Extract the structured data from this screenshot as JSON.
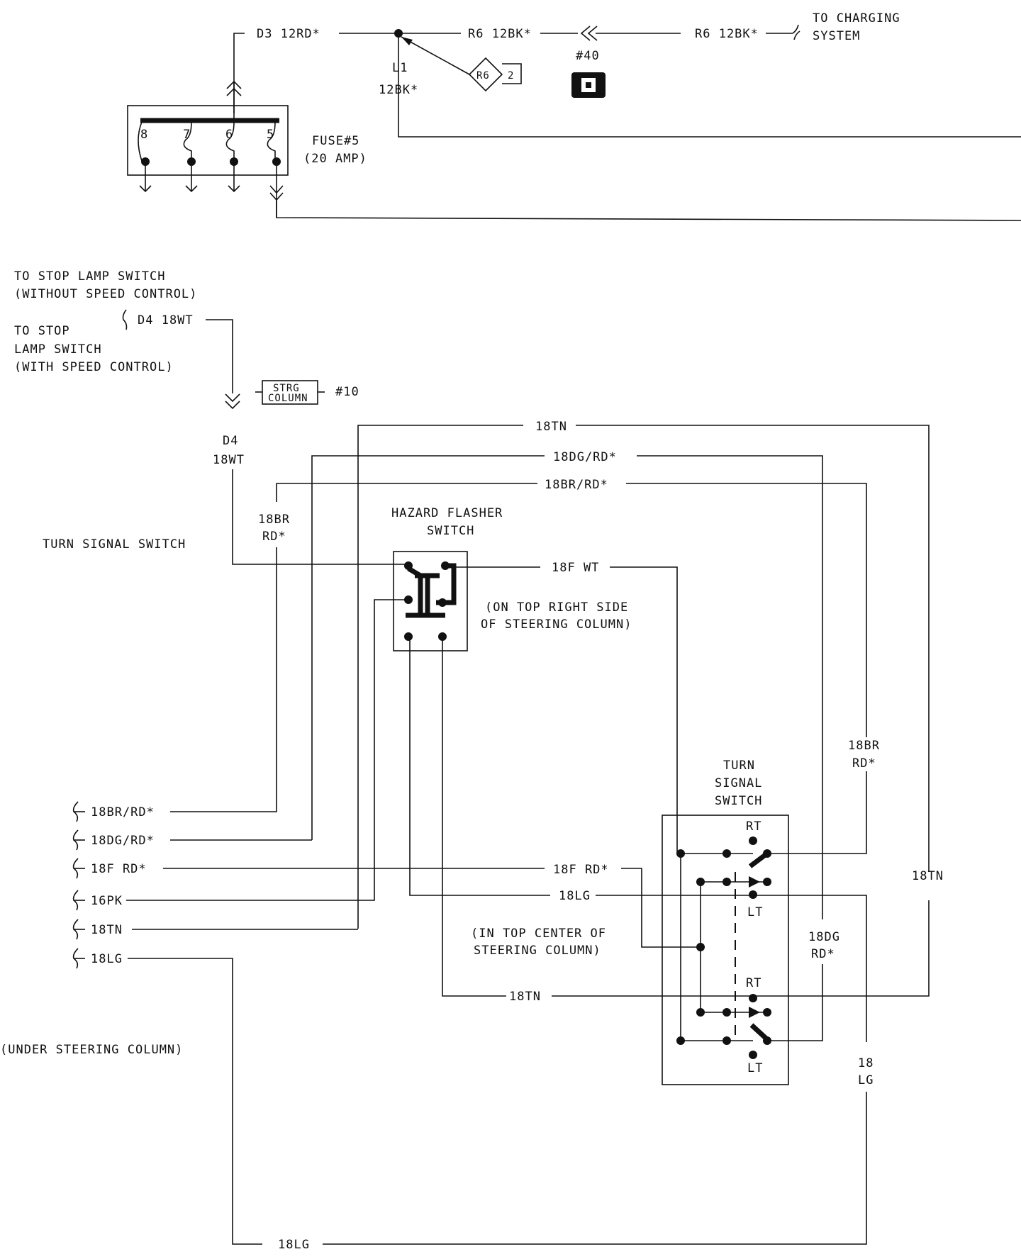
{
  "labels": {
    "w_d3": "D3 12RD*",
    "w_r6_a": "R6 12BK*",
    "w_r6_b": "R6 12BK*",
    "to_charging_1": "TO CHARGING",
    "to_charging_2": "SYSTEM",
    "l1": "L1",
    "l1_wire": "12BK*",
    "r6_splice": "R6",
    "r6_splice_num": "2",
    "conn40": "#40",
    "fuse_pins": [
      "8",
      "7",
      "6",
      "5"
    ],
    "fuse_1": "FUSE#5",
    "fuse_2": "(20 AMP)",
    "stop_wo_1": "TO STOP LAMP SWITCH",
    "stop_wo_2": "(WITHOUT SPEED CONTROL)",
    "stop_w_1": "TO STOP",
    "stop_w_2": "LAMP SWITCH",
    "stop_w_3": "(WITH SPEED CONTROL)",
    "d4_top": "D4 18WT",
    "strg_1": "STRG",
    "strg_2": "COLUMN",
    "conn10": "#10",
    "d4_a": "D4",
    "d4_b": "18WT",
    "w_18tn_top": "18TN",
    "w_18dg_top": "18DG/RD*",
    "w_18br_top": "18BR/RD*",
    "w_18br_v1": "18BR",
    "w_18br_v2": "RD*",
    "hazard_1": "HAZARD FLASHER",
    "hazard_2": "SWITCH",
    "turn_left": "TURN SIGNAL SWITCH",
    "w_18fwt": "18F WT",
    "hazard_loc_1": "(ON TOP RIGHT SIDE",
    "hazard_loc_2": "OF STEERING COLUMN)",
    "br_right_1": "18BR",
    "br_right_2": "RD*",
    "ts_1": "TURN",
    "ts_2": "SIGNAL",
    "ts_3": "SWITCH",
    "rt": "RT",
    "lt": "LT",
    "rt2": "RT",
    "lt2": "LT",
    "left_wires": [
      "18BR/RD*",
      "18DG/RD*",
      "18F RD*",
      "16PK",
      "18TN",
      "18LG"
    ],
    "w_18frd": "18F RD*",
    "w_18lg_mid": "18LG",
    "w_18tn_right": "18TN",
    "ts_loc_1": "(IN TOP CENTER OF",
    "ts_loc_2": "STEERING COLUMN)",
    "dg_right_1": "18DG",
    "dg_right_2": "RD*",
    "w_18tn_low": "18TN",
    "under_col": "(UNDER STEERING COLUMN)",
    "lg_right_1": "18",
    "lg_right_2": "LG",
    "w_18lg_bottom": "18LG"
  }
}
